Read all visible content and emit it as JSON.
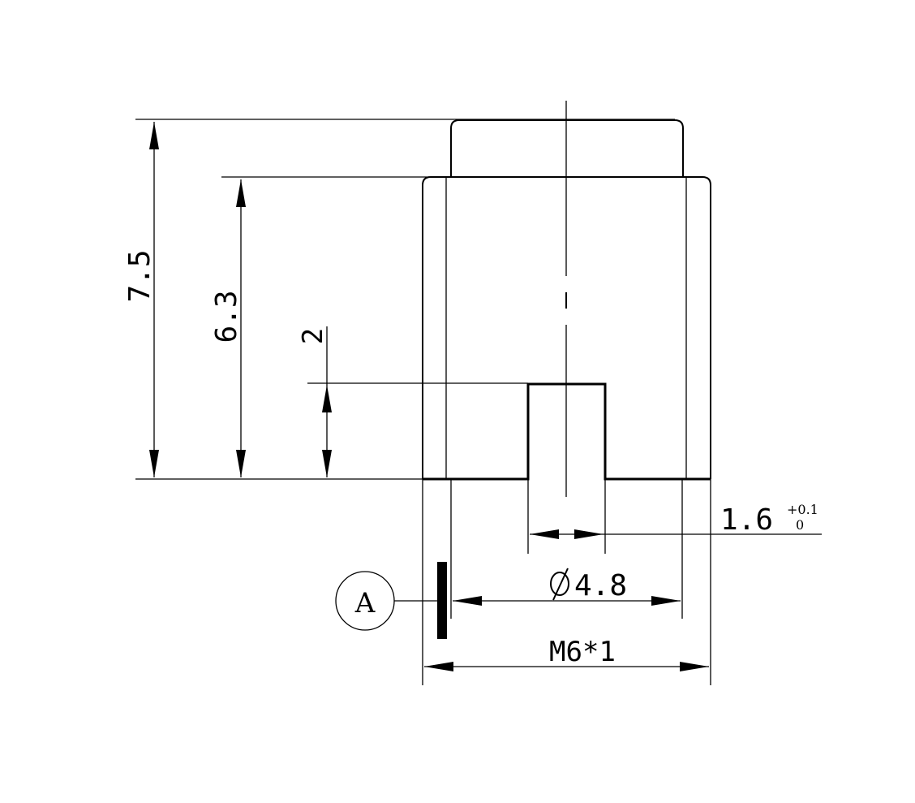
{
  "dimensions": {
    "total_height": "7.5",
    "body_height": "6.3",
    "slot_depth": "2",
    "slot_width": "1.6",
    "slot_width_tol_upper": "+0.1",
    "slot_width_tol_lower": "0",
    "pilot_diameter": "4.8",
    "thread_spec": "M6*1"
  },
  "datum": {
    "label": "A"
  }
}
